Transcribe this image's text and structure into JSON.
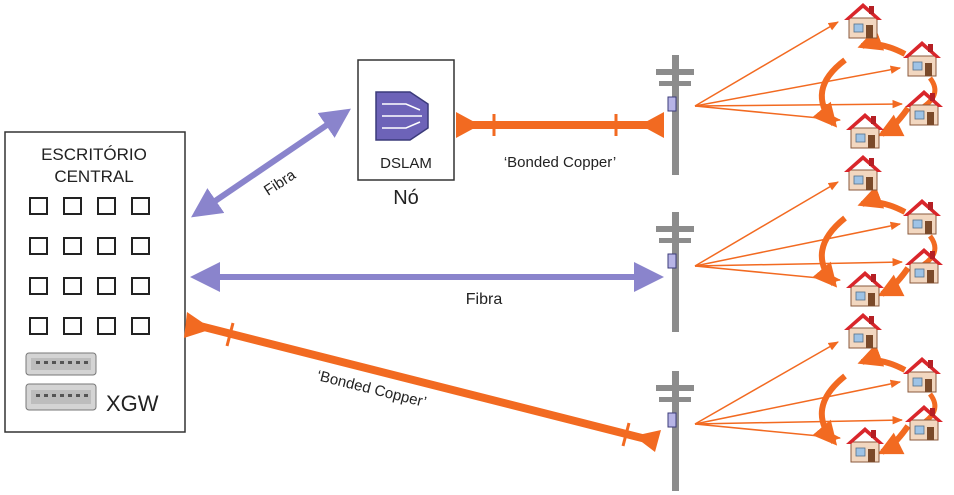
{
  "central_office": {
    "title_line1": "ESCRITÓRIO",
    "title_line2": "CENTRAL",
    "gateway_label": "XGW"
  },
  "node": {
    "device_label": "DSLAM",
    "caption": "Nó"
  },
  "links": {
    "fiber_to_node": "Fibra",
    "fiber_direct": "Fibra",
    "copper_from_node": "‘Bonded Copper’",
    "copper_from_office": "‘Bonded Copper’"
  },
  "colors": {
    "fiber": "#8a84cc",
    "copper": "#f26a21",
    "pole": "#8c8c8c",
    "house_roof": "#d9262b",
    "house_wall": "#f2d7c0"
  }
}
